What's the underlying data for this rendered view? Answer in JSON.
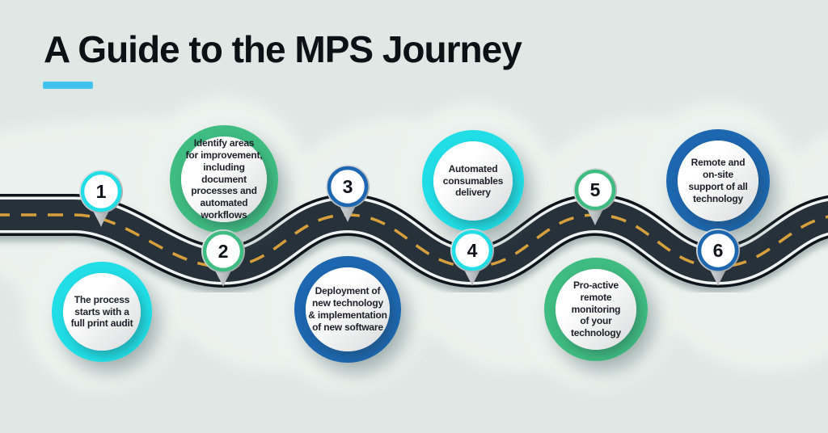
{
  "title": {
    "text": "A Guide to the MPS Journey"
  },
  "colors": {
    "background": "#dfe8e5",
    "ghost_wave": "#edf3f0",
    "title_text": "#0d1116",
    "underline": "#41c3f0",
    "cyan": "#21dee6",
    "green": "#3fbc81",
    "blue": "#1d67b0",
    "road_surface": "#26313a",
    "road_border": "#0d141a",
    "road_edge_line": "#eef2f1",
    "road_dash": "#d8a03c",
    "badge_text": "#1d2028",
    "pin_number": "#10141a"
  },
  "steps": [
    {
      "number": "1",
      "ring_color": "cyan",
      "label": "The process\nstarts with a\nfull print audit"
    },
    {
      "number": "2",
      "ring_color": "green",
      "label": "Identify areas\nfor improvement,\nincluding\ndocument\nprocesses and\nautomated\nworkflows"
    },
    {
      "number": "3",
      "ring_color": "blue",
      "label": "Deployment of\nnew technology\n& implementation\nof new software"
    },
    {
      "number": "4",
      "ring_color": "cyan",
      "label": "Automated\nconsumables\ndelivery"
    },
    {
      "number": "5",
      "ring_color": "green",
      "label": "Pro-active\nremote\nmonitoring\nof your\ntechnology"
    },
    {
      "number": "6",
      "ring_color": "blue",
      "label": "Remote and\non-site\nsupport of all\ntechnology"
    }
  ]
}
